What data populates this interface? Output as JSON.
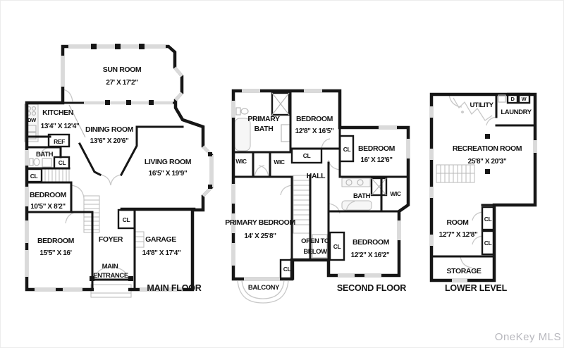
{
  "watermark": "OneKey MLS",
  "shared": {
    "cl": "CL",
    "wic": "WIC"
  },
  "main_floor": {
    "title": "MAIN FLOOR",
    "sun_room": {
      "name": "SUN ROOM",
      "dims": "27' X 17'2\""
    },
    "kitchen": {
      "name": "KITCHEN",
      "dims": "13'4\" X 12'4\""
    },
    "dining_room": {
      "name": "DINING ROOM",
      "dims": "13'6\" X 20'6\""
    },
    "living_room": {
      "name": "LIVING ROOM",
      "dims": "16'5\" X 19'9\""
    },
    "bath": "BATH",
    "bedroom_1": {
      "name": "BEDROOM",
      "dims": "10'5\" X 8'2\""
    },
    "bedroom_2": {
      "name": "BEDROOM",
      "dims": "15'5\" X 16'"
    },
    "foyer": "FOYER",
    "garage": {
      "name": "GARAGE",
      "dims": "14'8\" X 17'4\""
    },
    "entrance_line1": "MAIN",
    "entrance_line2": "ENTRANCE",
    "ref": "REF",
    "dw": "DW"
  },
  "second_floor": {
    "title": "SECOND FLOOR",
    "primary_bath_line1": "PRIMARY",
    "primary_bath_line2": "BATH",
    "bedroom_1": {
      "name": "BEDROOM",
      "dims": "12'8\" X 16'5\""
    },
    "bedroom_2": {
      "name": "BEDROOM",
      "dims": "16' X 12'6\""
    },
    "bedroom_3": {
      "name": "BEDROOM",
      "dims": "12'2\" X 16'2\""
    },
    "primary_bedroom": {
      "name": "PRIMARY BEDROOM",
      "dims": "14' X 25'8\""
    },
    "hall": "HALL",
    "bath": "BATH",
    "open_below_line1": "OPEN TO",
    "open_below_line2": "BELOW",
    "balcony": "BALCONY"
  },
  "lower_level": {
    "title": "LOWER LEVEL",
    "utility": "UTILITY",
    "laundry": "LAUNDRY",
    "dryer": "D",
    "washer": "W",
    "recreation_room": {
      "name": "RECREATION ROOM",
      "dims": "25'8\" X 20'3\""
    },
    "room": {
      "name": "ROOM",
      "dims": "12'7\" X 12'8\""
    },
    "storage": "STORAGE"
  }
}
